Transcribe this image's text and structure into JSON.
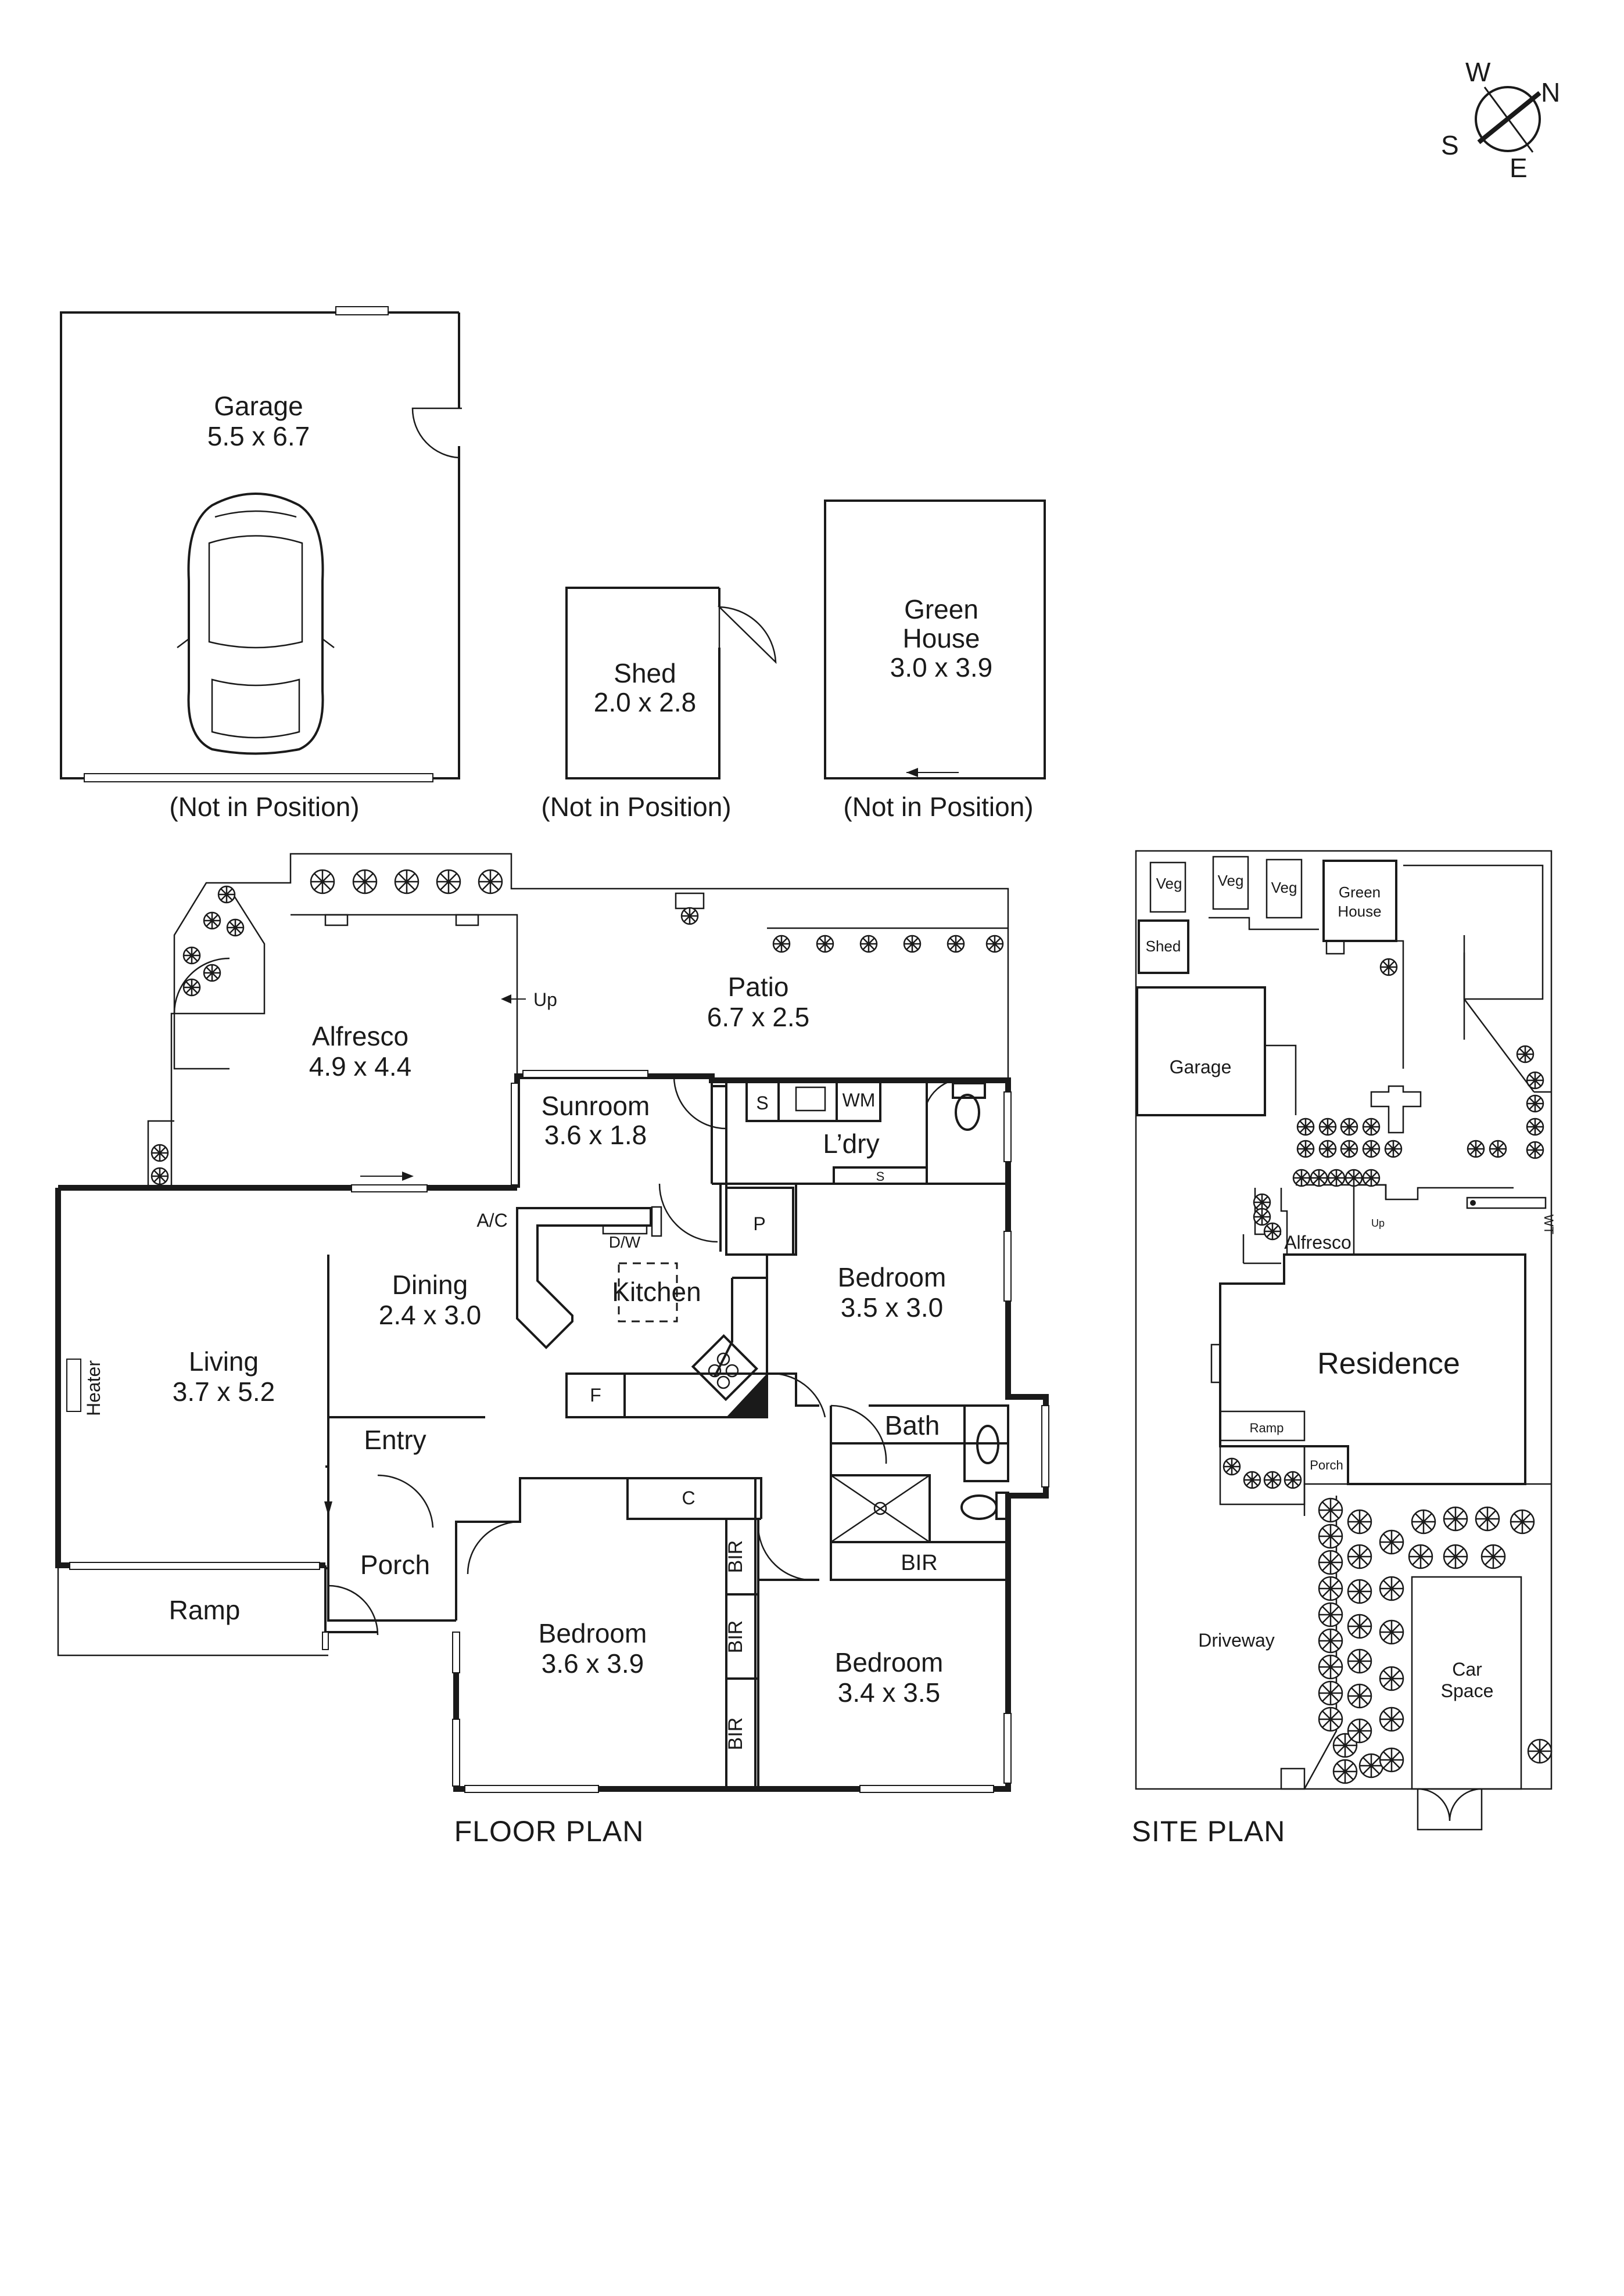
{
  "compass": {
    "w": "W",
    "n": "N",
    "s": "S",
    "e": "E"
  },
  "outbuildings": {
    "garage": {
      "name": "Garage",
      "dim": "5.5 x 6.7",
      "note": "(Not in Position)"
    },
    "shed": {
      "name": "Shed",
      "dim": "2.0 x 2.8",
      "note": "(Not in Position)"
    },
    "greenhouse": {
      "name_line1": "Green",
      "name_line2": "House",
      "dim": "3.0 x 3.9",
      "note": "(Not in Position)"
    }
  },
  "floor_plan": {
    "title": "FLOOR PLAN",
    "rooms": {
      "alfresco": {
        "name": "Alfresco",
        "dim": "4.9 x 4.4"
      },
      "patio": {
        "name": "Patio",
        "dim": "6.7 x 2.5"
      },
      "sunroom": {
        "name": "Sunroom",
        "dim": "3.6 x 1.8"
      },
      "laundry": {
        "name": "L’dry"
      },
      "dining": {
        "name": "Dining",
        "dim": "2.4 x 3.0"
      },
      "kitchen": {
        "name": "Kitchen"
      },
      "living": {
        "name": "Living",
        "dim": "3.7 x 5.2"
      },
      "bedroom1": {
        "name": "Bedroom",
        "dim": "3.5 x 3.0"
      },
      "bath": {
        "name": "Bath"
      },
      "entry": {
        "name": "Entry"
      },
      "porch": {
        "name": "Porch"
      },
      "ramp": {
        "name": "Ramp"
      },
      "bedroom2": {
        "name": "Bedroom",
        "dim": "3.6 x 3.9"
      },
      "bedroom3": {
        "name": "Bedroom",
        "dim": "3.4 x 3.5"
      }
    },
    "labels": {
      "up": "Up",
      "ac": "A/C",
      "dw": "D/W",
      "heater": "Heater",
      "s": "S",
      "wm": "WM",
      "s_small": "S",
      "p": "P",
      "f": "F",
      "c": "C",
      "bir": "BIR",
      "bir1": "BIR",
      "bir2": "BIR",
      "bir3": "BIR"
    }
  },
  "site_plan": {
    "title": "SITE PLAN",
    "labels": {
      "veg1": "Veg",
      "veg2": "Veg",
      "veg3": "Veg",
      "greenhouse_line1": "Green",
      "greenhouse_line2": "House",
      "shed": "Shed",
      "garage": "Garage",
      "alfresco": "Alfresco",
      "up": "Up",
      "wt": "WT",
      "residence": "Residence",
      "ramp": "Ramp",
      "porch": "Porch",
      "driveway": "Driveway",
      "car_line1": "Car",
      "car_line2": "Space"
    }
  }
}
